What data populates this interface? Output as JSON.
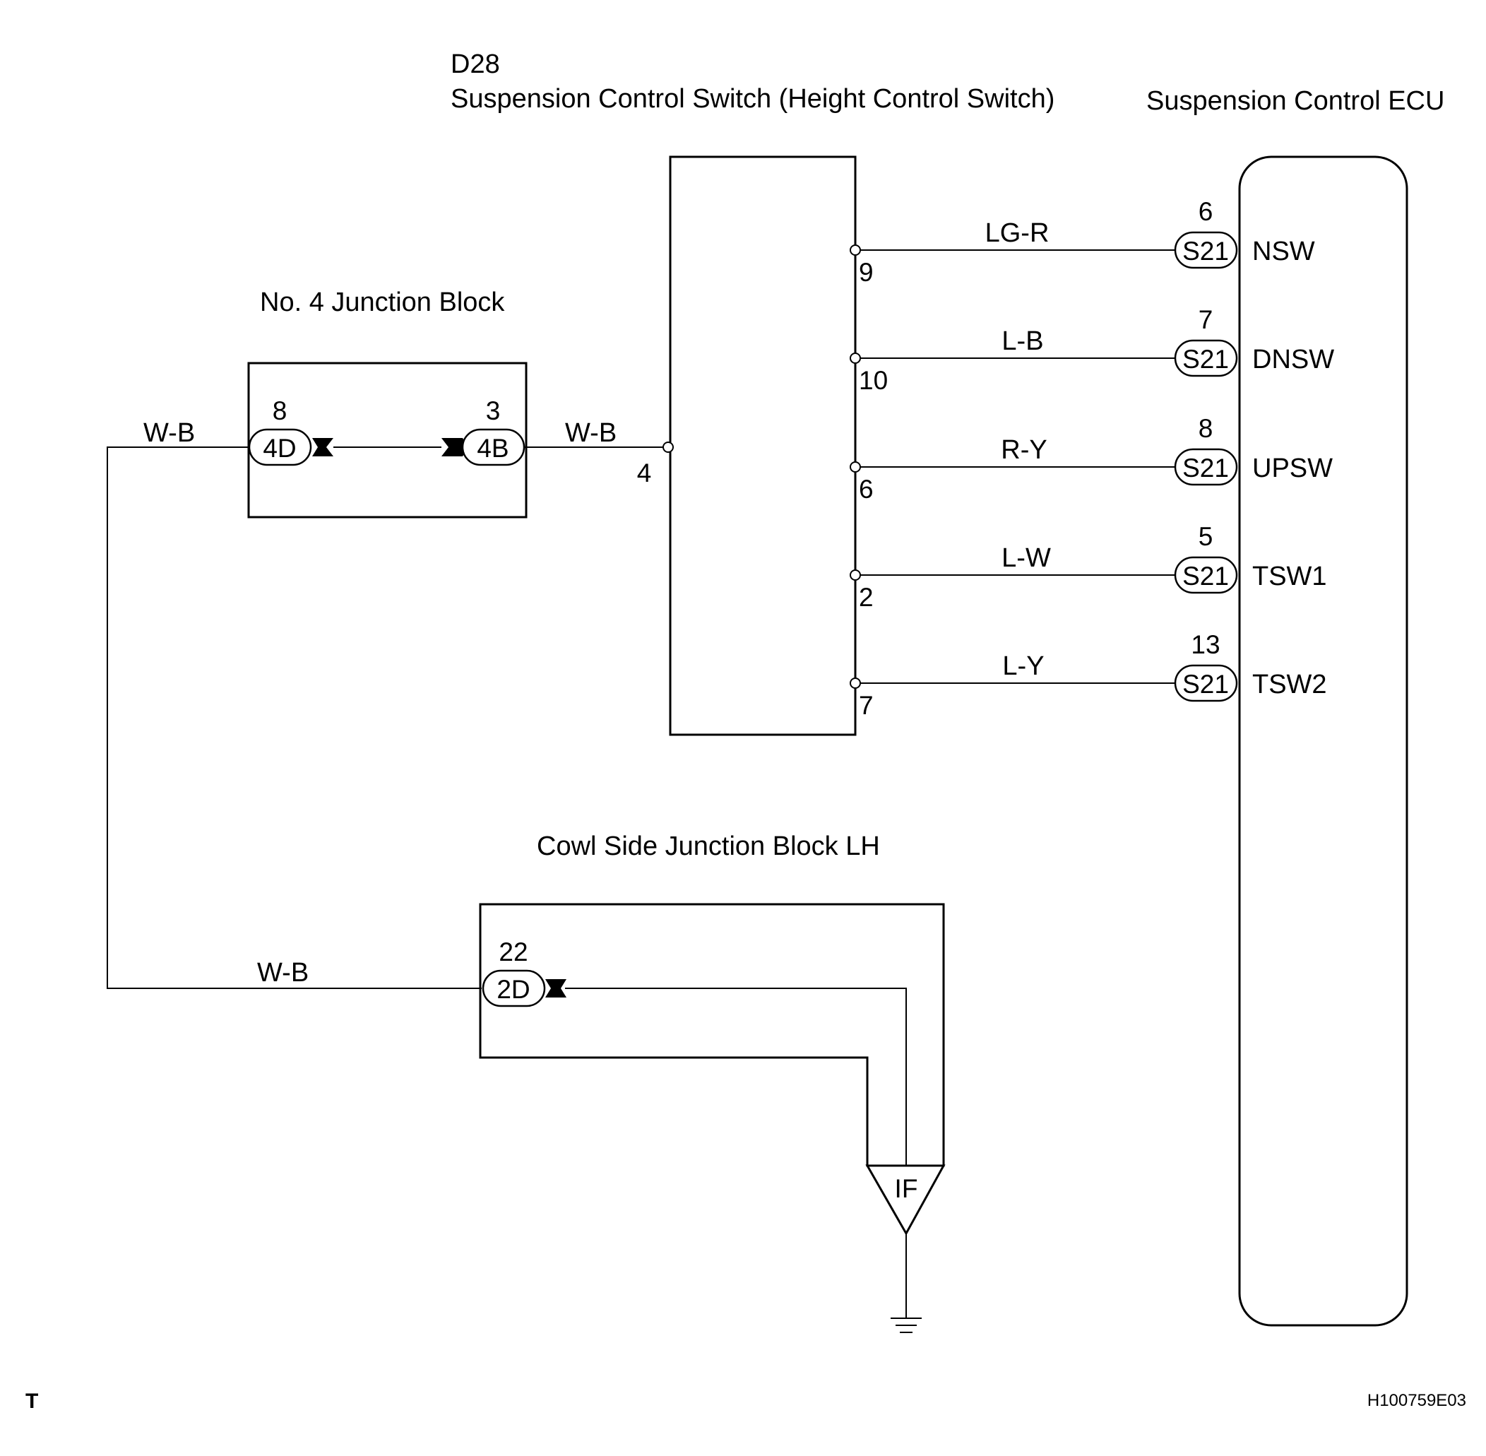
{
  "labels": {
    "switch_code": "D28",
    "switch_name": "Suspension Control Switch (Height Control Switch)",
    "ecu_name": "Suspension Control ECU",
    "junction_block_4": "No. 4 Junction Block",
    "cowl_junction_block": "Cowl Side Junction Block LH",
    "ground_point": "IF",
    "corner_mark": "T",
    "figure_code": "H100759E03"
  },
  "junction_block_4": {
    "left_connector": {
      "code": "4D",
      "pin": "8"
    },
    "right_connector": {
      "code": "4B",
      "pin": "3"
    }
  },
  "cowl_block": {
    "connector": {
      "code": "2D",
      "pin": "22"
    }
  },
  "ground_wires": [
    {
      "id": "jb-left",
      "color": "W-B"
    },
    {
      "id": "switch-gnd",
      "color": "W-B",
      "switch_pin": "4"
    },
    {
      "id": "cowl",
      "color": "W-B"
    }
  ],
  "signal_wires": [
    {
      "switch_pin": "9",
      "color": "LG-R",
      "ecu_pin": "6",
      "ecu_connector": "S21",
      "ecu_terminal": "NSW"
    },
    {
      "switch_pin": "10",
      "color": "L-B",
      "ecu_pin": "7",
      "ecu_connector": "S21",
      "ecu_terminal": "DNSW"
    },
    {
      "switch_pin": "6",
      "color": "R-Y",
      "ecu_pin": "8",
      "ecu_connector": "S21",
      "ecu_terminal": "UPSW"
    },
    {
      "switch_pin": "2",
      "color": "L-W",
      "ecu_pin": "5",
      "ecu_connector": "S21",
      "ecu_terminal": "TSW1"
    },
    {
      "switch_pin": "7",
      "color": "L-Y",
      "ecu_pin": "13",
      "ecu_connector": "S21",
      "ecu_terminal": "TSW2"
    }
  ]
}
